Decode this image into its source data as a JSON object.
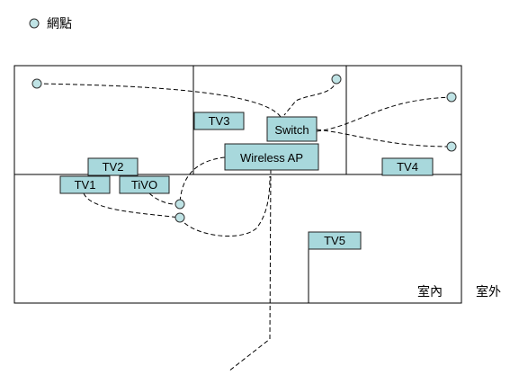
{
  "legend": {
    "label": "網點",
    "node_color": "#bfe3e5"
  },
  "colors": {
    "device_fill": "#a8d8dc",
    "line": "#000000"
  },
  "devices": {
    "tv2": "TV2",
    "tv1": "TV1",
    "tivo": "TiVO",
    "tv3": "TV3",
    "switch": "Switch",
    "wireless_ap": "Wireless AP",
    "tv4": "TV4",
    "tv5": "TV5"
  },
  "labels": {
    "indoor": "室內",
    "outdoor": "室外"
  }
}
